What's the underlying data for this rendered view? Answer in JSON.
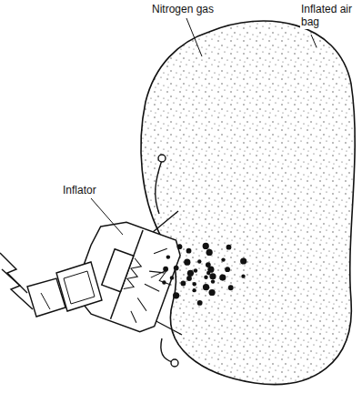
{
  "diagram": {
    "labels": [
      "Nitrogen gas",
      "Inflated air bag",
      "Inflator"
    ]
  }
}
